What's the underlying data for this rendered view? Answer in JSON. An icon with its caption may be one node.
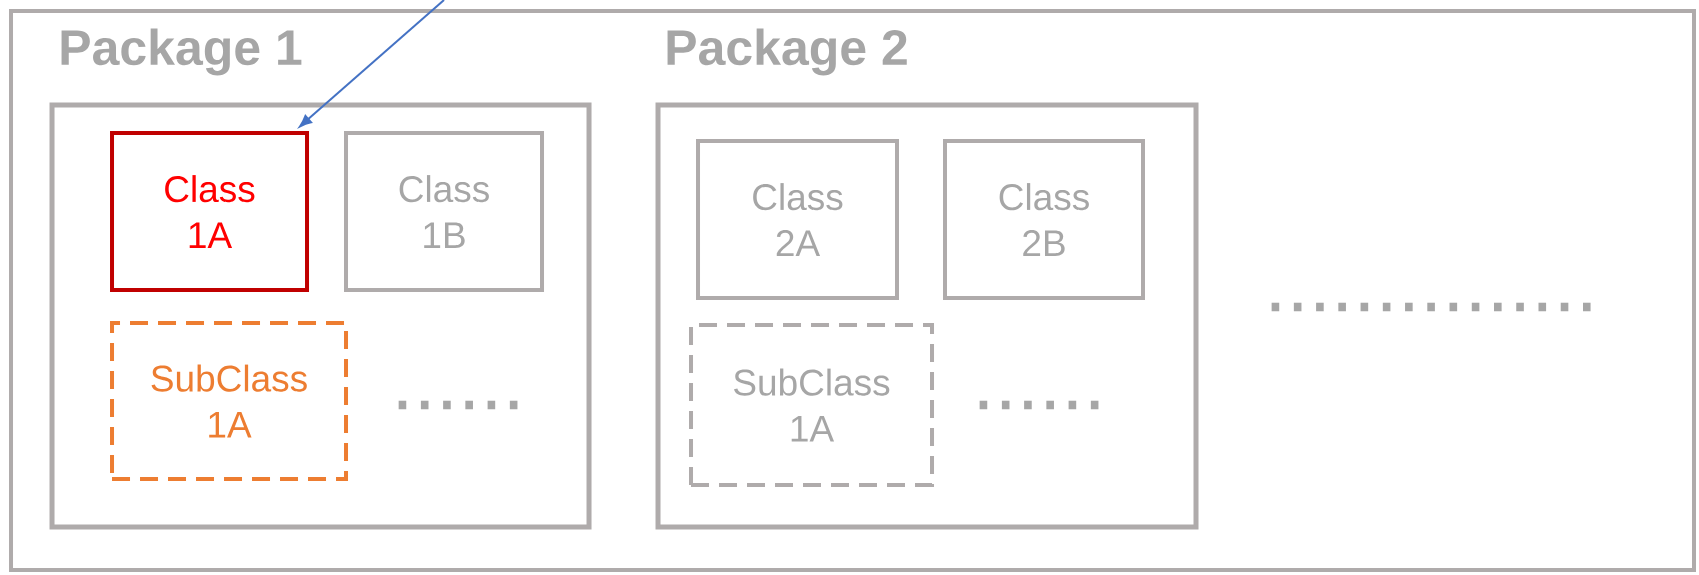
{
  "diagram": {
    "nodes": [
      {
        "text": [],
        "shape": "box"
      },
      {
        "text": [
          "Package 1"
        ],
        "in": 0
      },
      {
        "text": [
          "Class 1A"
        ],
        "in": 1
      },
      {
        "text": [
          "Class 1B"
        ],
        "in": 1
      },
      {
        "text": [
          "SubClass 1A"
        ],
        "in": 1
      },
      {
        "text": [
          "Package 2"
        ],
        "in": 0
      },
      {
        "text": [
          "Class 2A"
        ],
        "in": 5
      },
      {
        "text": [
          "Class 2B"
        ],
        "in": 5
      },
      {
        "text": [
          "SubClass 1A"
        ],
        "in": 5
      }
    ],
    "edges": [
      {
        "from": null,
        "to": 2,
        "arrow": "to",
        "color": "#4472c4"
      }
    ],
    "labels": [
      "......",
      "......",
      "..............."
    ]
  }
}
